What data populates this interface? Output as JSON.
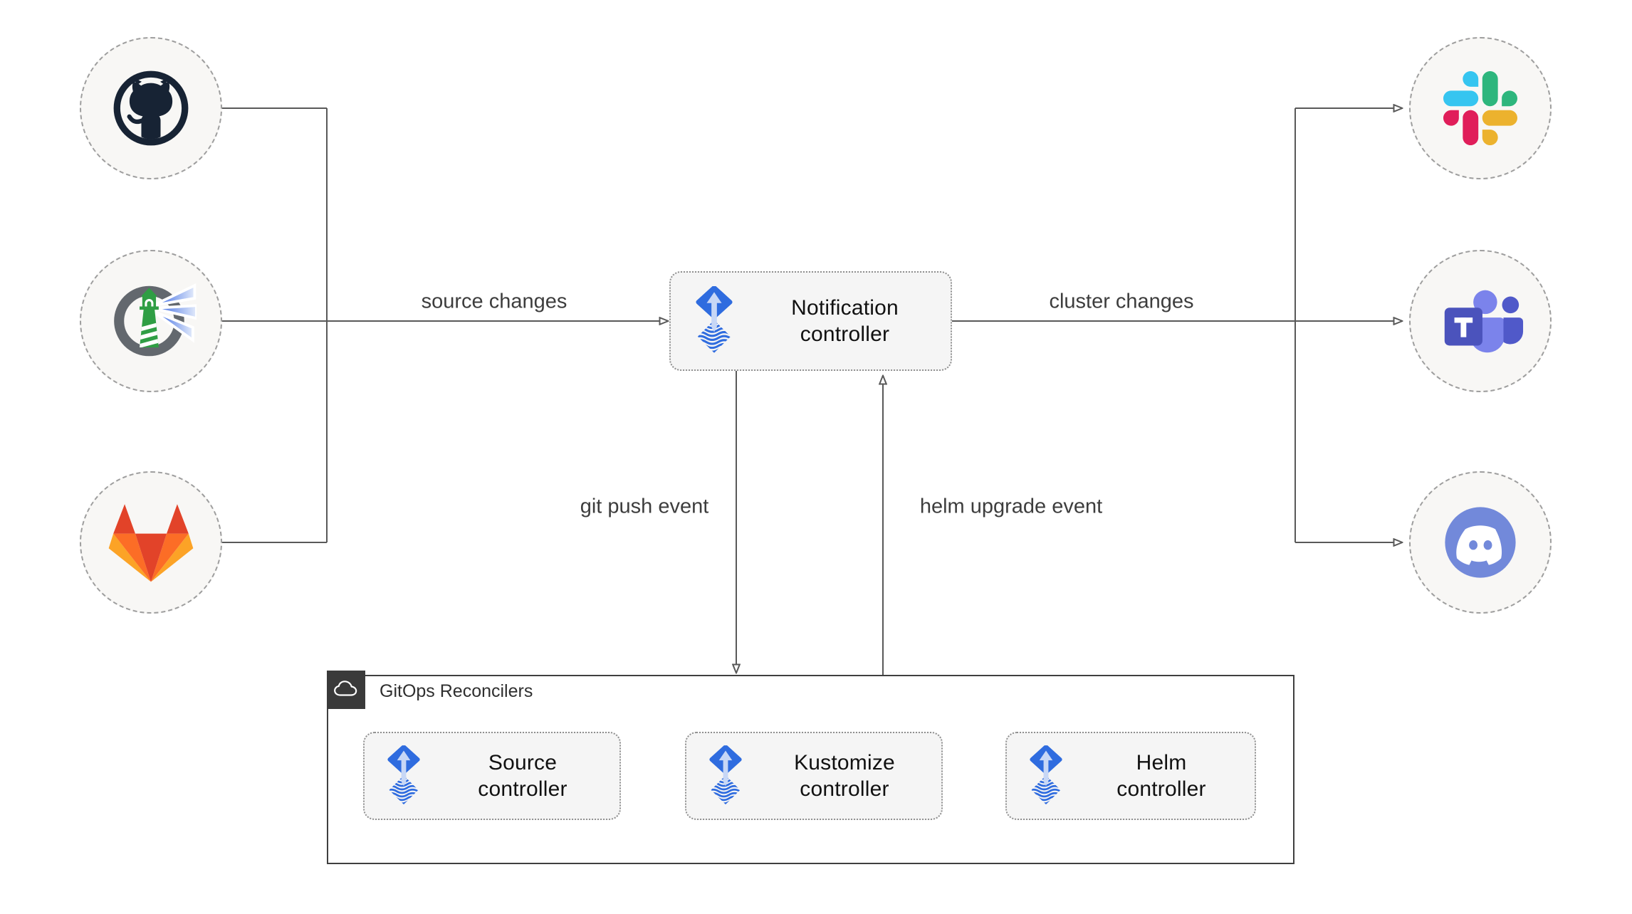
{
  "nodes": {
    "notification_controller": "Notification controller",
    "source_controller": "Source controller",
    "kustomize_controller": "Kustomize controller",
    "helm_controller": "Helm controller",
    "gitops_group": "GitOps Reconcilers"
  },
  "edges": {
    "source_changes": "source changes",
    "cluster_changes": "cluster changes",
    "git_push_event": "git push event",
    "helm_upgrade_event": "helm upgrade event"
  },
  "icons": {
    "sources": [
      "github-icon",
      "harbor-icon",
      "gitlab-icon"
    ],
    "targets": [
      "slack-icon",
      "microsoft-teams-icon",
      "discord-icon"
    ],
    "controller_icon": "flux-icon",
    "group_icon": "cloud-icon"
  },
  "colors": {
    "edge": "#595959",
    "box_fill": "#f5f5f5",
    "circle_fill": "#f8f7f5",
    "group_border": "#3f3f3f",
    "badge_bg": "#3a3a3a",
    "flux_blue": "#2f6cdf",
    "flux_arrow_light": "#c7d7f6",
    "github_dark": "#172334",
    "gitlab_red": "#e24329",
    "gitlab_orange": "#fc6d26",
    "gitlab_yellow": "#fca326",
    "slack_blue": "#36c5f0",
    "slack_green": "#2eb67d",
    "slack_yellow": "#ecb22e",
    "slack_red": "#e01e5a",
    "teams_indigo": "#4b53bc",
    "teams_light": "#7b83eb",
    "teams_mid": "#5059c9",
    "discord_blurple": "#7289da",
    "harbor_gray": "#63686e",
    "harbor_green": "#2f9e44"
  }
}
